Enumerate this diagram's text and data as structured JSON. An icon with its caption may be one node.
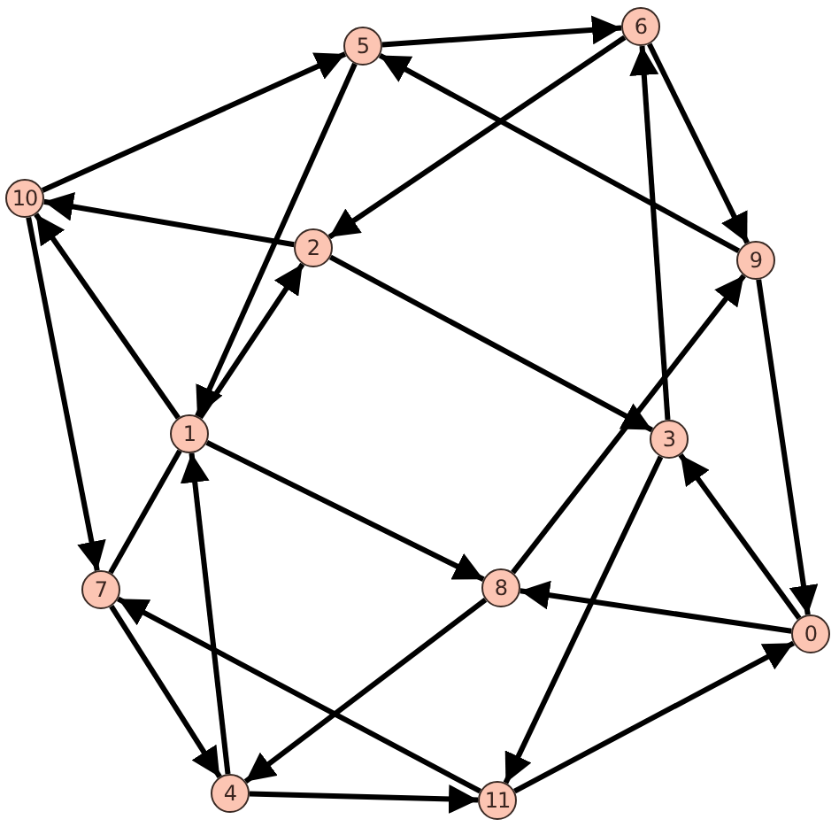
{
  "diagram": {
    "nodes": [
      {
        "text": [
          "0"
        ]
      },
      {
        "text": [
          "1"
        ]
      },
      {
        "text": [
          "2"
        ]
      },
      {
        "text": [
          "3"
        ]
      },
      {
        "text": [
          "4"
        ]
      },
      {
        "text": [
          "5"
        ]
      },
      {
        "text": [
          "6"
        ]
      },
      {
        "text": [
          "7"
        ]
      },
      {
        "text": [
          "8"
        ]
      },
      {
        "text": [
          "9"
        ]
      },
      {
        "text": [
          "10"
        ]
      },
      {
        "text": [
          "11"
        ]
      }
    ],
    "edges": [
      {
        "from": 10,
        "to": 5,
        "arrow": "to"
      },
      {
        "from": 5,
        "to": 6,
        "arrow": "to"
      },
      {
        "from": 6,
        "to": 9,
        "arrow": "to"
      },
      {
        "from": 6,
        "to": 2,
        "arrow": "to"
      },
      {
        "from": 9,
        "to": 5,
        "arrow": "to"
      },
      {
        "from": 2,
        "to": 10,
        "arrow": "to"
      },
      {
        "from": 1,
        "to": 10,
        "arrow": "to"
      },
      {
        "from": 5,
        "to": 1,
        "arrow": "to"
      },
      {
        "from": 1,
        "to": 2,
        "arrow": "to"
      },
      {
        "from": 2,
        "to": 3,
        "arrow": "to"
      },
      {
        "from": 10,
        "to": 7,
        "arrow": "to"
      },
      {
        "from": 1,
        "to": 8,
        "arrow": "to"
      },
      {
        "from": 7,
        "to": 1,
        "arrow": "none"
      },
      {
        "from": 8,
        "to": 9,
        "arrow": "to"
      },
      {
        "from": 3,
        "to": 6,
        "arrow": "to"
      },
      {
        "from": 3,
        "to": 11,
        "arrow": "to"
      },
      {
        "from": 9,
        "to": 0,
        "arrow": "to"
      },
      {
        "from": 0,
        "to": 3,
        "arrow": "to"
      },
      {
        "from": 0,
        "to": 8,
        "arrow": "to"
      },
      {
        "from": 8,
        "to": 4,
        "arrow": "to"
      },
      {
        "from": 4,
        "to": 1,
        "arrow": "to"
      },
      {
        "from": 4,
        "to": 11,
        "arrow": "to"
      },
      {
        "from": 11,
        "to": 0,
        "arrow": "to"
      },
      {
        "from": 11,
        "to": 7,
        "arrow": "to"
      },
      {
        "from": 7,
        "to": 4,
        "arrow": "to"
      }
    ]
  }
}
